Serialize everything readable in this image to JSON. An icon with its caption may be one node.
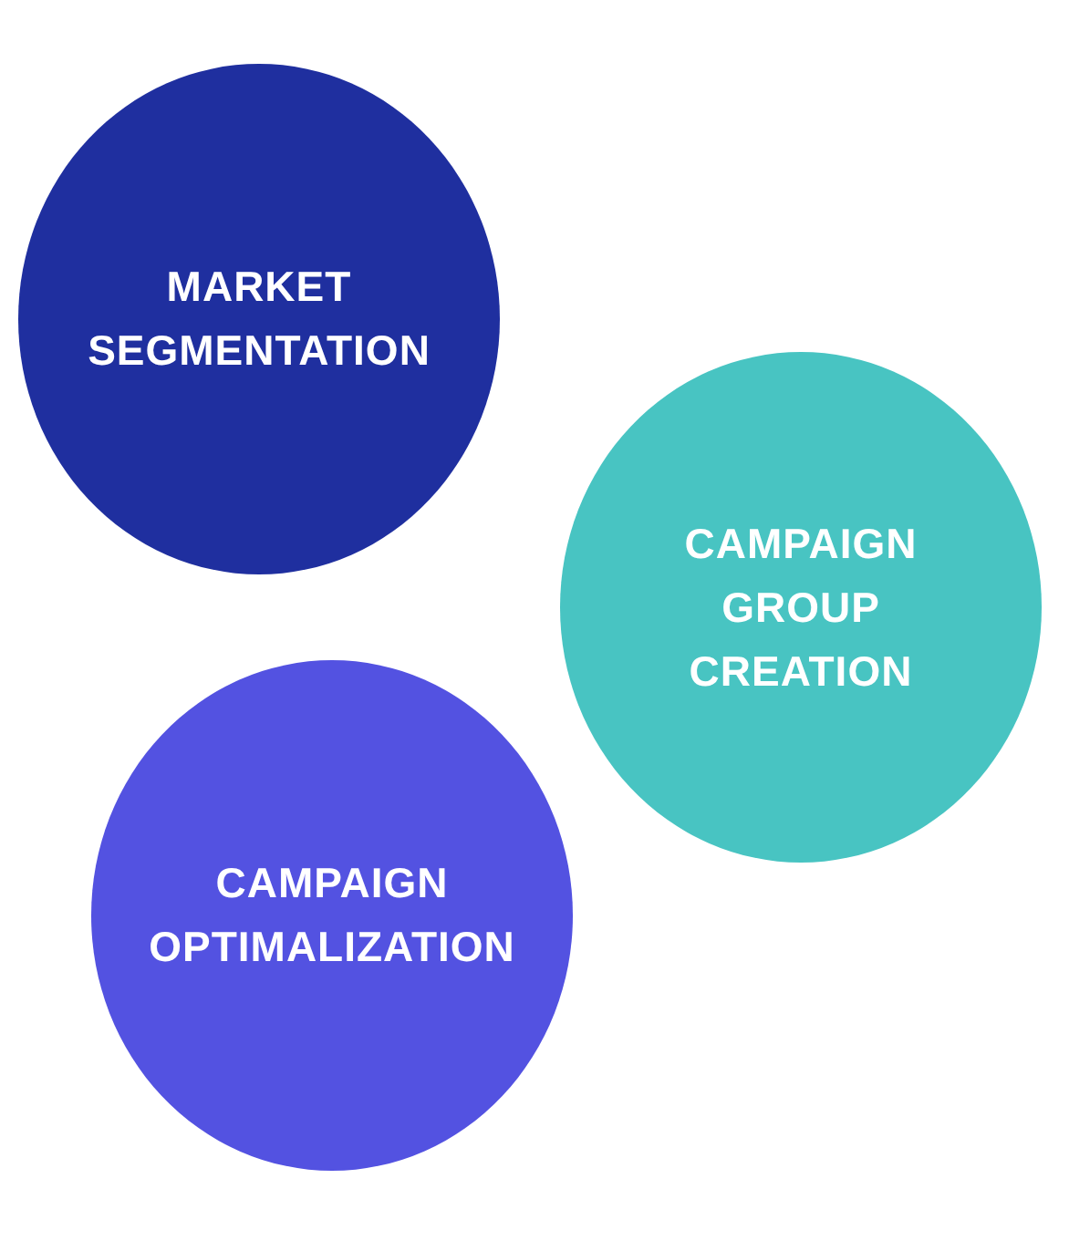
{
  "diagram": {
    "nodes": [
      {
        "text": [
          "MARKET SEGMENTATION"
        ]
      },
      {
        "text": [
          "CAMPAIGN GROUP CREATION"
        ]
      },
      {
        "text": [
          "CAMPAIGN OPTIMALIZATION"
        ]
      }
    ]
  }
}
